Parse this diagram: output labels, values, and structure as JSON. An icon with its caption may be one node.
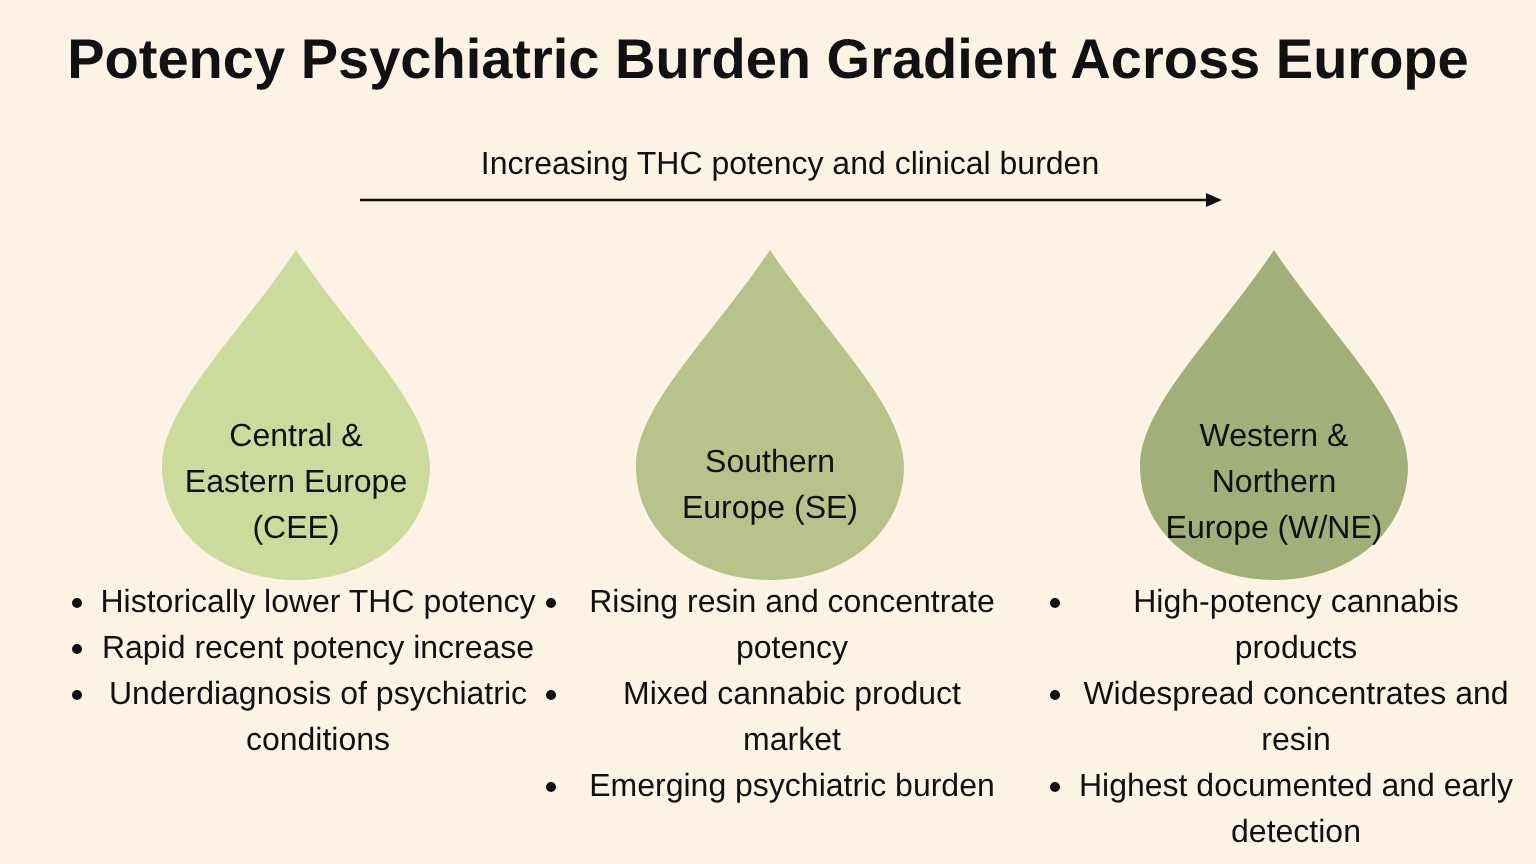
{
  "diagram": {
    "title": "Potency Psychiatric Burden Gradient Across Europe",
    "nodes": [
      {
        "text": [
          "Central & Eastern Europe (CEE)"
        ],
        "beside": [
          "Historically lower THC potency",
          "Rapid recent potency increase",
          "Underdiagnosis of psychiatric conditions"
        ]
      },
      {
        "text": [
          "Southern Europe (SE)"
        ],
        "beside": [
          "Rising resin and concentrate potency",
          "Mixed cannabic product market",
          "Emerging psychiatric burden"
        ]
      },
      {
        "text": [
          "Western & Northern Europe (W/NE)"
        ],
        "beside": [
          "High-potency cannabis products",
          "Widespread concentrates and resin",
          "Highest documented and early detection"
        ]
      }
    ],
    "labels": [
      "Increasing THC potency and clinical burden"
    ]
  }
}
